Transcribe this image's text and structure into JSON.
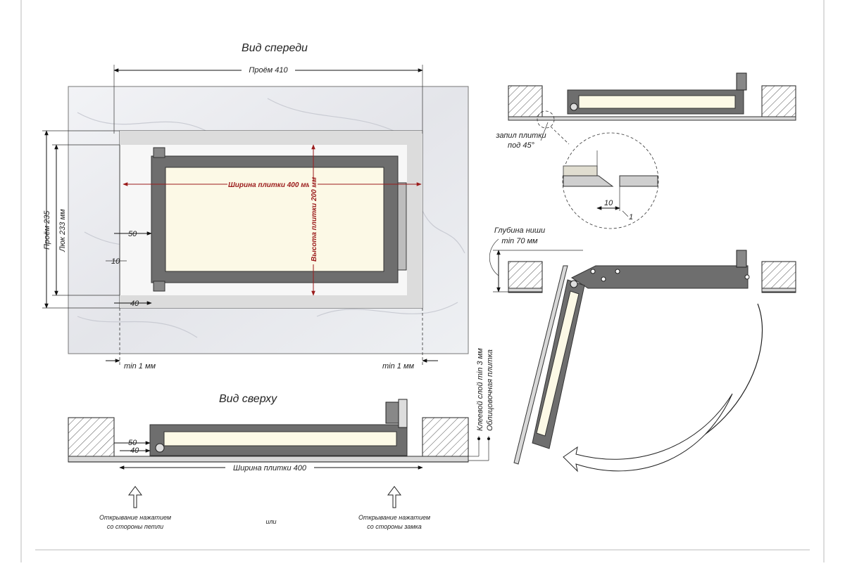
{
  "titles": {
    "front_view": "Вид спереди",
    "top_view": "Вид сверху"
  },
  "front": {
    "opening_width": "Проём 410",
    "opening_height": "Проём 235",
    "hatch_height": "Люк 233 мм",
    "tile_width": "Ширина плитки 400 мм",
    "tile_height": "Высота плитки 200 мм",
    "dim_50": "50",
    "dim_10": "10",
    "dim_40": "40",
    "gap_left": "min 1 мм",
    "gap_right": "min 1 мм"
  },
  "top": {
    "dim_50": "50",
    "dim_40": "40",
    "tile_width": "Ширина плитки 400",
    "adhesive": "Клеевой слой min 3 мм",
    "facing": "Облицовочная плитка",
    "open_hinge_line1": "Открывание нажатием",
    "open_hinge_line2": "со стороны петли",
    "or": "или",
    "open_lock_line1": "Открывание нажатием",
    "open_lock_line2": "со стороны замка"
  },
  "detail": {
    "cut_line1": "запил плитки",
    "cut_line2": "под 45°",
    "dim_10": "10",
    "dim_1": "1",
    "niche_line1": "Глубина ниши",
    "niche_line2": "min 70 мм"
  },
  "colors": {
    "frame": "#6e6e6e",
    "frame_dark": "#4a4a4a",
    "tile_fill": "#fcf9e6",
    "marble": "#e9eaee",
    "red_dim": "#9b1c1c",
    "hatch": "#555555"
  }
}
